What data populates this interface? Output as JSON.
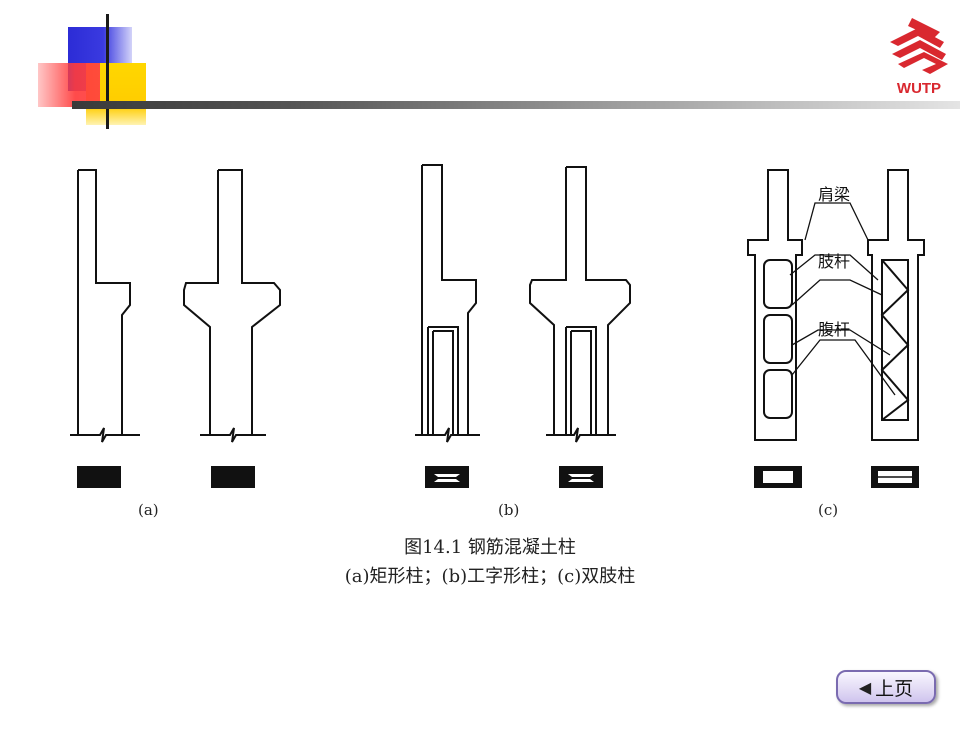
{
  "logo": {
    "text": "WUTP",
    "color": "#d9282f"
  },
  "figure": {
    "labels": {
      "a": "(a)",
      "b": "(b)",
      "c": "(c)"
    },
    "annotations": {
      "shoulder_beam": "肩梁",
      "limb_rod": "肢杆",
      "web_rod": "腹杆"
    }
  },
  "caption": {
    "title": "图14.1  钢筋混凝土柱",
    "subtitle": "(a)矩形柱；(b)工字形柱；(c)双肢柱"
  },
  "nav": {
    "prev_label": "上页",
    "prev_icon": "left-triangle-icon"
  },
  "colors": {
    "blue": "#2c2cd6",
    "yellow": "#ffd700",
    "red": "#ff3b3b",
    "button_border": "#7a6bb0"
  }
}
